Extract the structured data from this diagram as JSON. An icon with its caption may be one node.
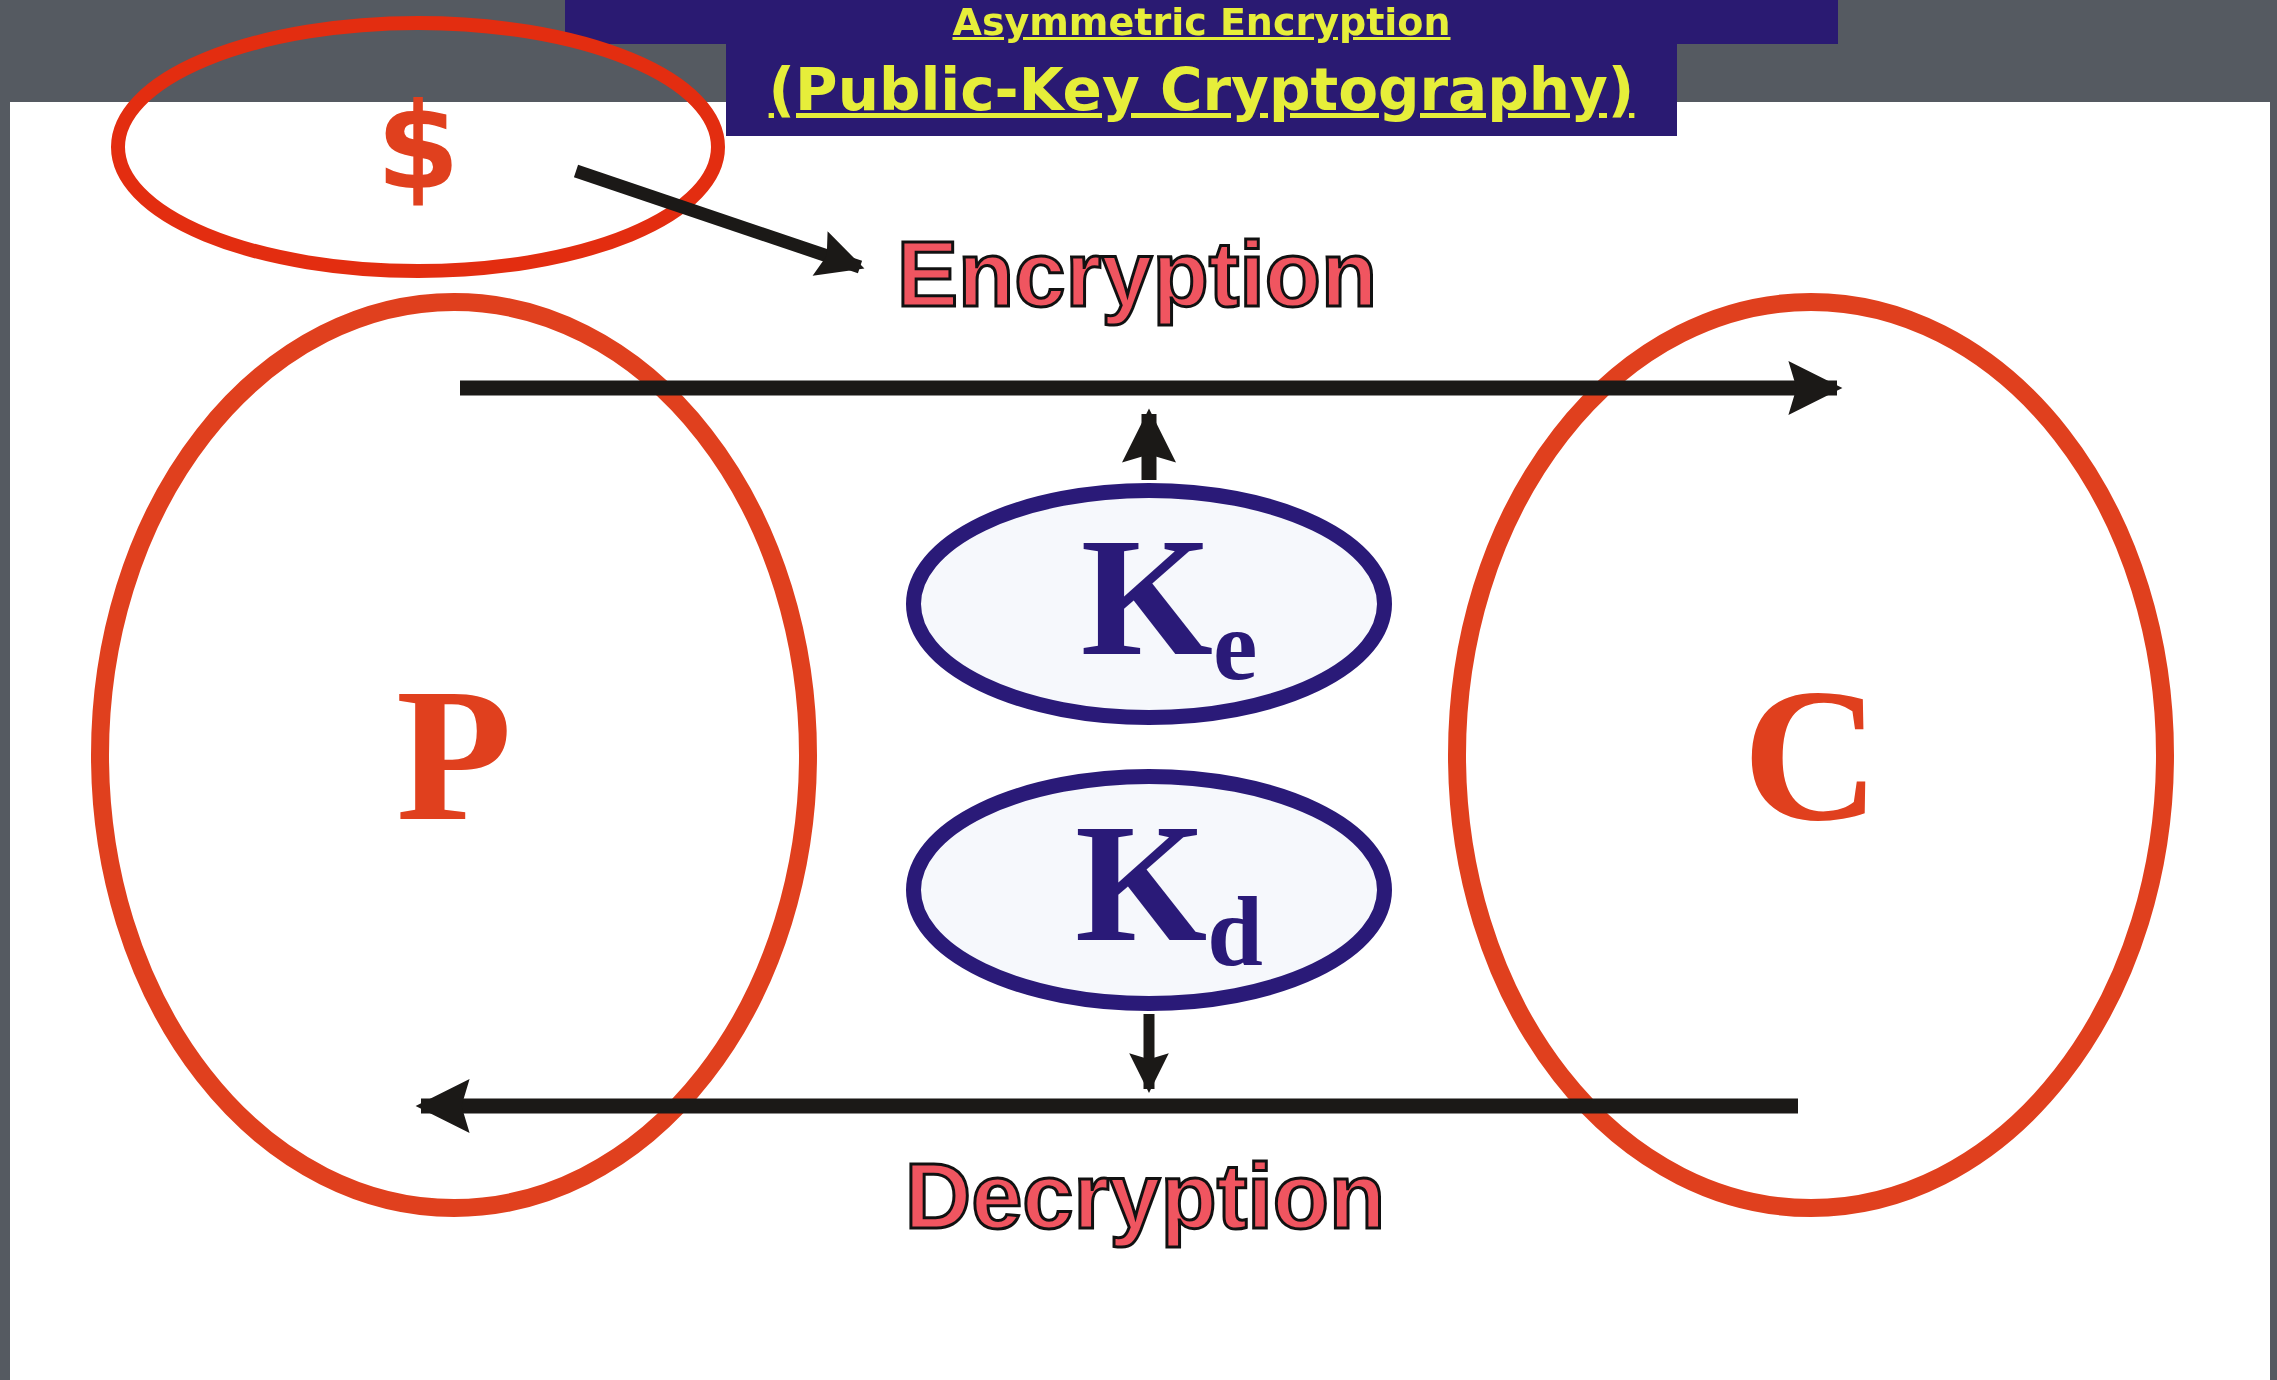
{
  "diagram": {
    "title": "Asymmetric Encryption",
    "nodes": [
      {
        "text": [
          "$"
        ]
      },
      {
        "text": [
          "Encryption"
        ]
      },
      {
        "text": [
          "P"
        ]
      },
      {
        "text": [
          "C"
        ]
      },
      {
        "text": [
          "K$_{e}$"
        ]
      },
      {
        "text": [
          "K$_{d}$"
        ]
      }
    ],
    "edges": [
      {
        "from": 0,
        "to": 1,
        "arrow": "to"
      },
      {
        "from": 2,
        "to": 3,
        "arrow": "to"
      },
      {
        "from": 4,
        "to": 1,
        "arrow": "to"
      },
      {
        "from": 3,
        "to": 2,
        "arrow": "to",
        "label": "Decryption"
      },
      {
        "from": 5,
        "to": null,
        "arrow": "to"
      }
    ],
    "labels": [
      "(Public-Key Cryptography)"
    ]
  }
}
